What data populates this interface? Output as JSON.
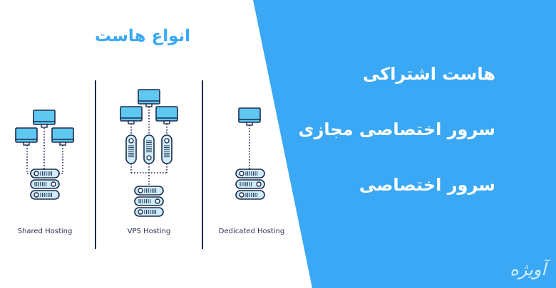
{
  "title": "انواع هاست",
  "right_items": [
    "هاست اشتراکی",
    "سرور اختصاصی مجازی",
    "سرور اختصاصی"
  ],
  "columns": [
    {
      "label": "Shared Hosting"
    },
    {
      "label": "VPS Hosting"
    },
    {
      "label": "Dedicated Hosting"
    }
  ],
  "logo_text": "آویژه",
  "colors": {
    "accent": "#3aa8f5",
    "screen": "#5ec8f0",
    "outline": "#1f2a4d",
    "server_fill": "#cfeefb"
  }
}
